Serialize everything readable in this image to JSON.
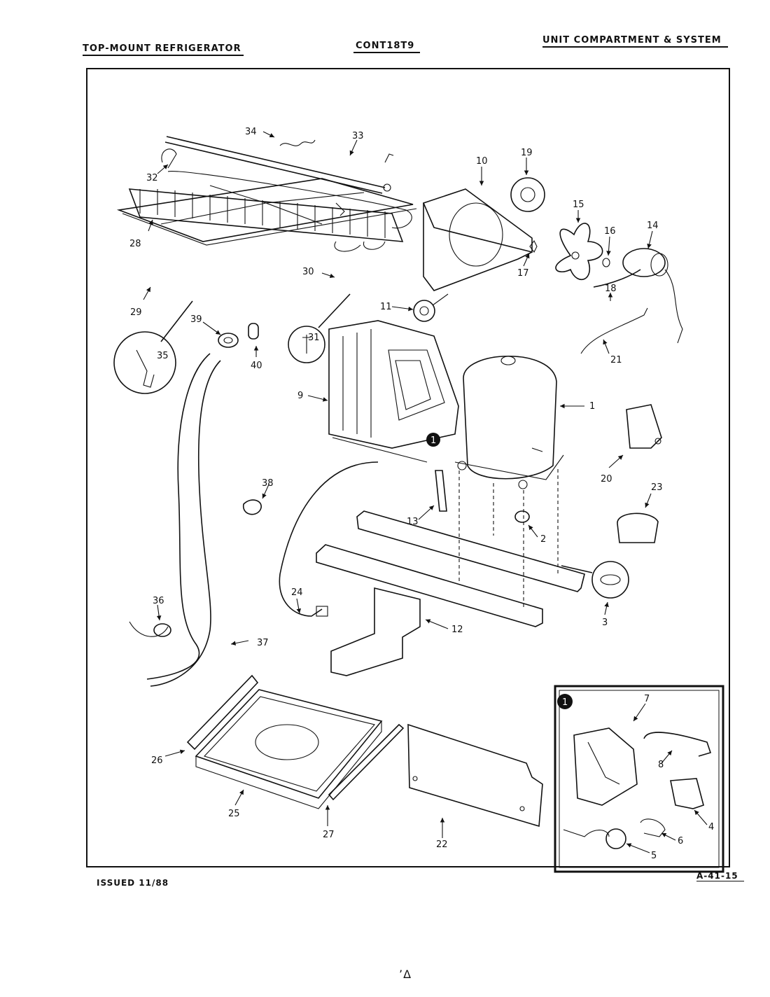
{
  "header": {
    "left": "TOP-MOUNT REFRIGERATOR",
    "center": "CONT18T9",
    "right": "UNIT COMPARTMENT & SYSTEM"
  },
  "footer": {
    "issued": "ISSUED 11/88",
    "doc_number": "A-41-15",
    "scribble": "’Δ"
  },
  "callouts": {
    "c1": "1",
    "c2": "2",
    "c3": "3",
    "c4": "4",
    "c5": "5",
    "c6": "6",
    "c7": "7",
    "c8": "8",
    "c9": "9",
    "c10": "10",
    "c11": "11",
    "c12": "12",
    "c13": "13",
    "c14": "14",
    "c15": "15",
    "c16": "16",
    "c17": "17",
    "c18": "18",
    "c19": "19",
    "c20": "20",
    "c21": "21",
    "c22": "22",
    "c23": "23",
    "c24": "24",
    "c25": "25",
    "c26": "26",
    "c27": "27",
    "c28": "28",
    "c29": "29",
    "c30": "30",
    "c31": "31",
    "c32": "32",
    "c33": "33",
    "c34": "34",
    "c35": "35",
    "c36": "36",
    "c37": "37",
    "c38": "38",
    "c39": "39",
    "c40": "40"
  },
  "inset_marker": "1"
}
